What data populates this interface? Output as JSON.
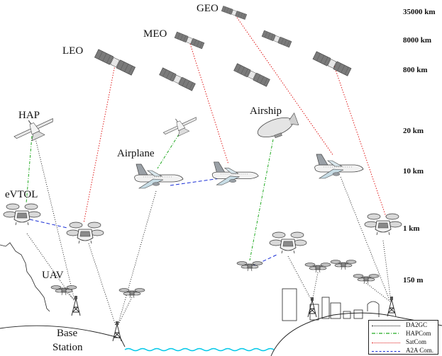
{
  "platforms": {
    "geo": "GEO",
    "meo": "MEO",
    "leo": "LEO",
    "hap": "HAP",
    "airship": "Airship",
    "airplane": "Airplane",
    "evtol": "eVTOL",
    "uav": "UAV",
    "base_station_line1": "Base",
    "base_station_line2": "Station"
  },
  "altitudes": [
    "35000 km",
    "8000 km",
    "800 km",
    "20 km",
    "10 km",
    "1 km",
    "150 m"
  ],
  "legend": [
    {
      "label": "DA2GC",
      "color": "#111111",
      "style": "dotted"
    },
    {
      "label": "HAPCom",
      "color": "#22aa22",
      "style": "dashdot"
    },
    {
      "label": "SatCom",
      "color": "#e02020",
      "style": "dotted"
    },
    {
      "label": "A2A Com.",
      "color": "#1a2fd6",
      "style": "dashed"
    }
  ],
  "colors": {
    "water": "#00c8e8",
    "link_dark": "#111111",
    "link_green": "#22aa22",
    "link_red": "#e02020",
    "link_blue": "#1a2fd6"
  }
}
